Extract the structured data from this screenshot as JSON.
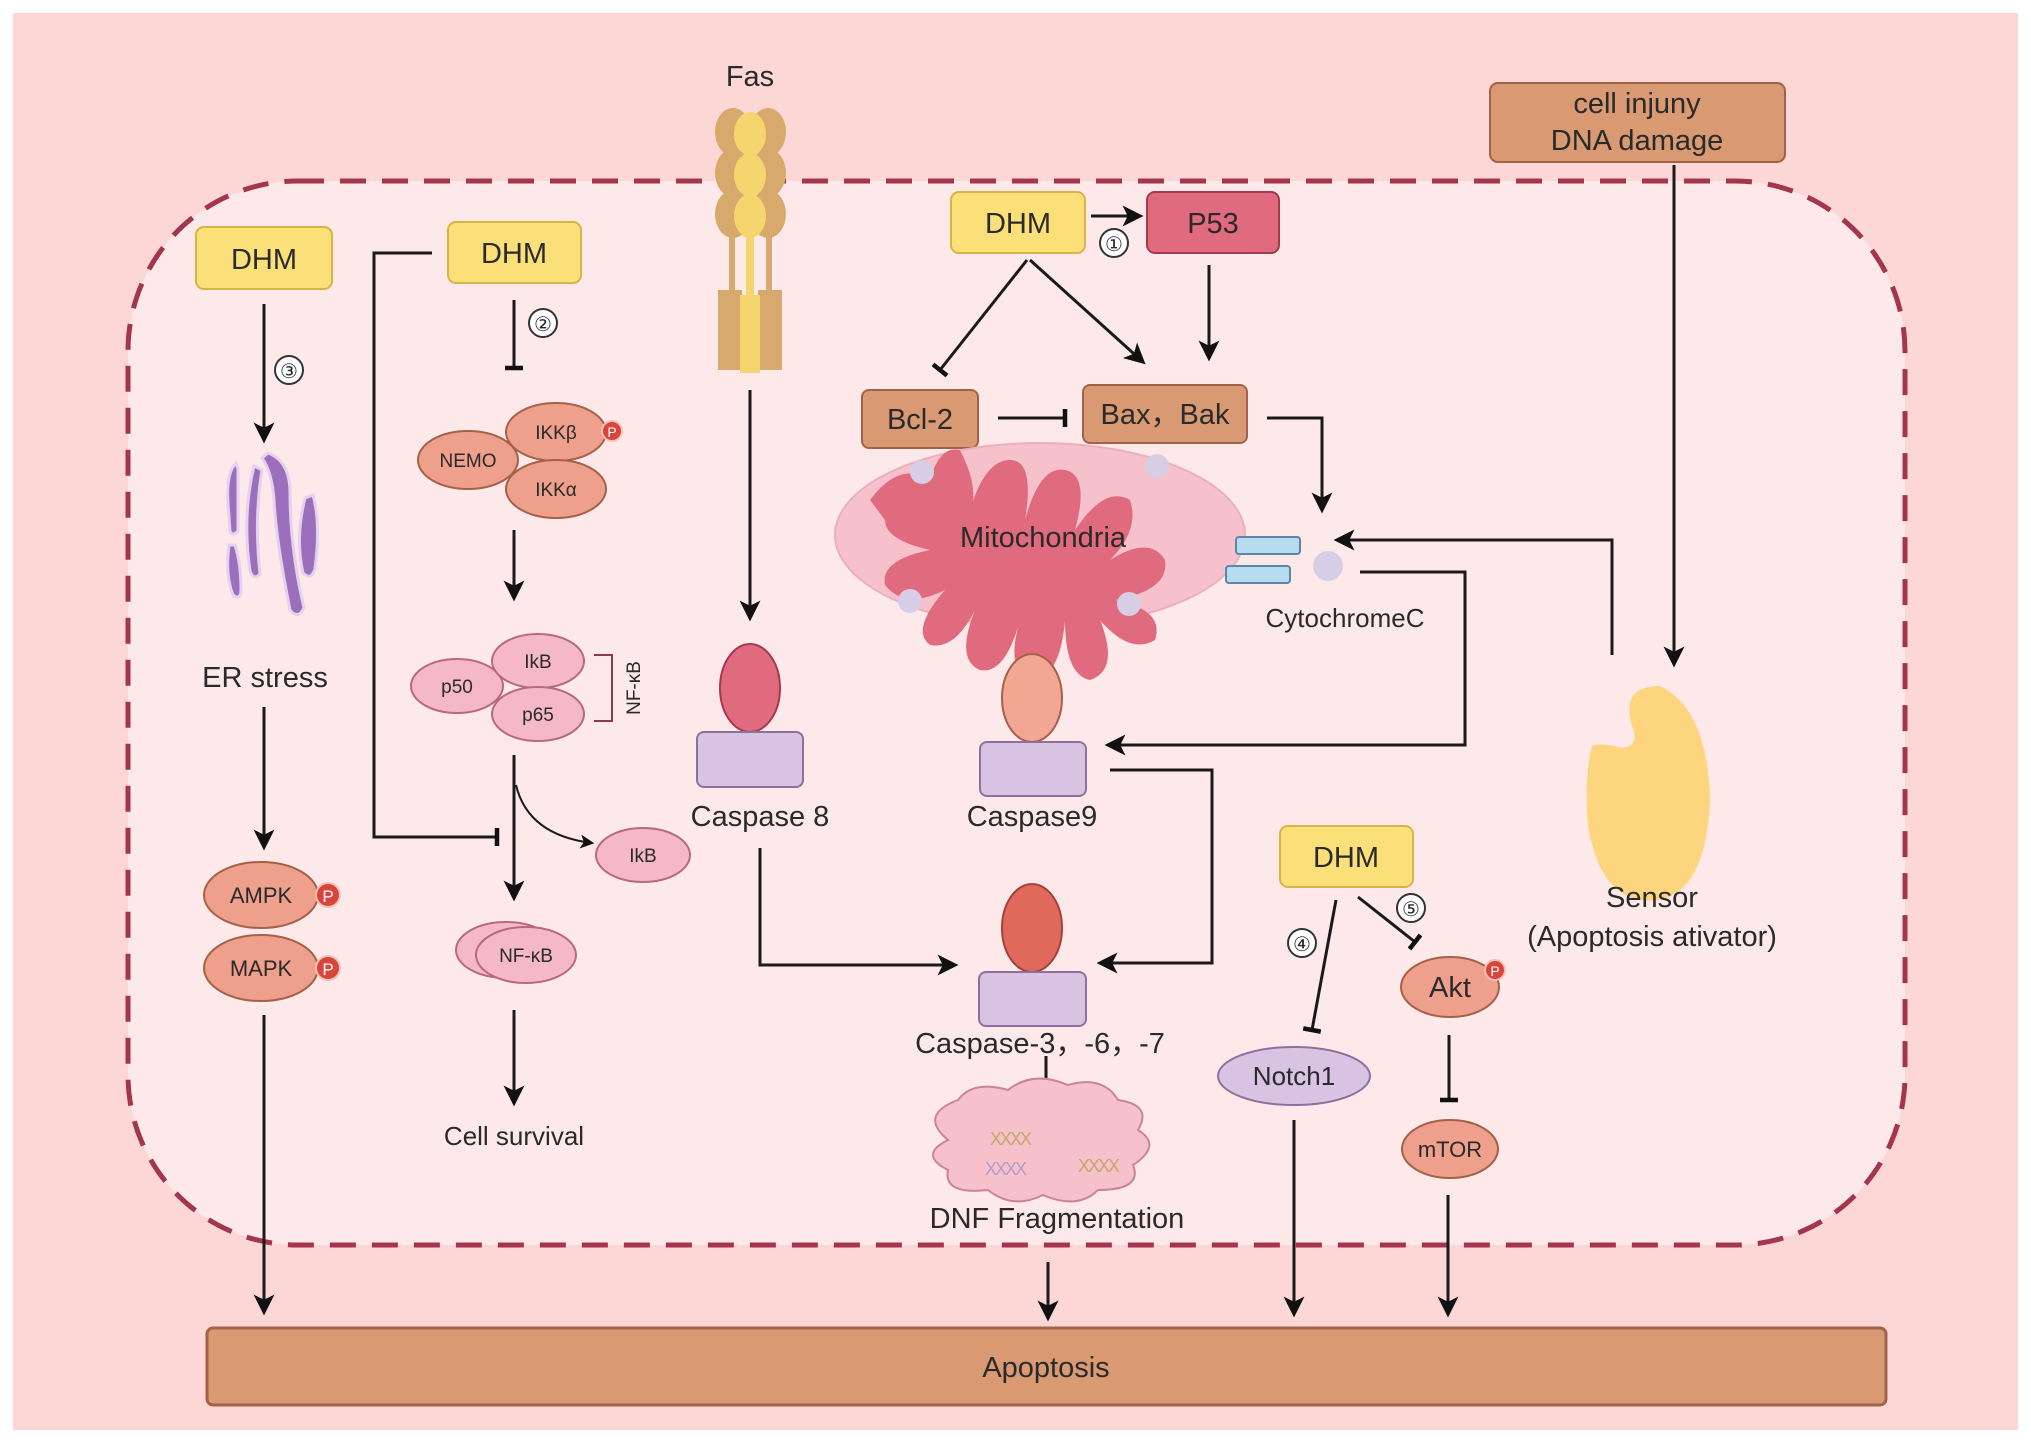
{
  "diagram": {
    "title": "DHM-mediated apoptosis signaling pathways",
    "extracellular": {
      "fas_label": "Fas",
      "cell_injury_line1": "cell injuny",
      "cell_injury_line2": "DNA damage"
    },
    "pathway_markers": [
      "①",
      "②",
      "③",
      "④",
      "⑤"
    ],
    "dhm_label": "DHM",
    "er_pathway": {
      "er_label": "ER stress",
      "ampk": "AMPK",
      "mapk": "MAPK",
      "phospho": "P"
    },
    "nfkb_pathway": {
      "nemo": "NEMO",
      "ikkb": "IKKβ",
      "ikka": "IKKα",
      "p50": "p50",
      "ikb": "IkB",
      "p65": "p65",
      "complex_label": "NF-κB",
      "ikb_free": "IkB",
      "nfkb": "NF-κB",
      "outcome": "Cell survival"
    },
    "mito_pathway": {
      "p53": "P53",
      "bcl2": "Bcl-2",
      "bax_bak": "Bax，Bak",
      "mitochondria": "Mitochondria",
      "cytochrome": "CytochromeC",
      "caspase8": "Caspase 8",
      "caspase9": "Caspase9",
      "caspase367": "Caspase-3，-6，-7",
      "dna_frag": "DNF Fragmentation"
    },
    "sensor": {
      "line1": "Sensor",
      "line2": "(Apoptosis ativator)"
    },
    "akt_pathway": {
      "notch1": "Notch1",
      "akt": "Akt",
      "mtor": "mTOR"
    },
    "apoptosis": "Apoptosis",
    "colors": {
      "outer_bg": "#fdd6d6",
      "cell_bg": "#fee9ea",
      "membrane": "#a3354e",
      "dhm_fill": "#fbe07a",
      "dhm_stroke": "#d8b445",
      "brown_fill": "#d99a73",
      "brown_stroke": "#a4614a",
      "p53_fill": "#e06a7e",
      "salmon_fill": "#eea08c",
      "pink_fill": "#f4b8c6",
      "purple_fill": "#d8c4e2",
      "phospho": "#d9443c",
      "er_purple": "#9c6fbd"
    }
  }
}
